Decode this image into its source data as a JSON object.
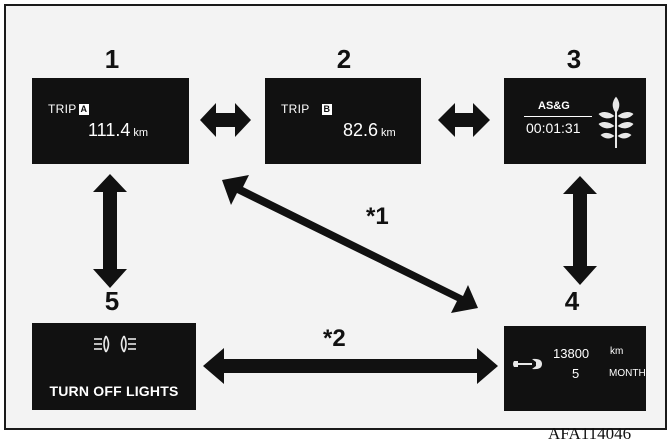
{
  "figure": {
    "code": "AFA114046",
    "footnote_markers": [
      "*1",
      "*2"
    ]
  },
  "screens": [
    {
      "number": "1",
      "label": "TRIP",
      "badge": "A",
      "value": "111.4",
      "unit": "km"
    },
    {
      "number": "2",
      "label": "TRIP",
      "badge": "B",
      "value": "82.6",
      "unit": "km"
    },
    {
      "number": "3",
      "label": "AS&G",
      "time": "00:01:31",
      "icon": "leaf-icon"
    },
    {
      "number": "4",
      "distance": "13800",
      "distance_unit": "km",
      "months": "5",
      "months_unit": "MONTH",
      "icon": "wrench-icon"
    },
    {
      "number": "5",
      "message": "TURN OFF LIGHTS",
      "icon": "headlight-icon"
    }
  ],
  "colors": {
    "panel": "#111111",
    "panel_text": "#ffffff",
    "arrow": "#111111",
    "frame_bg": "#f3f3f3"
  }
}
